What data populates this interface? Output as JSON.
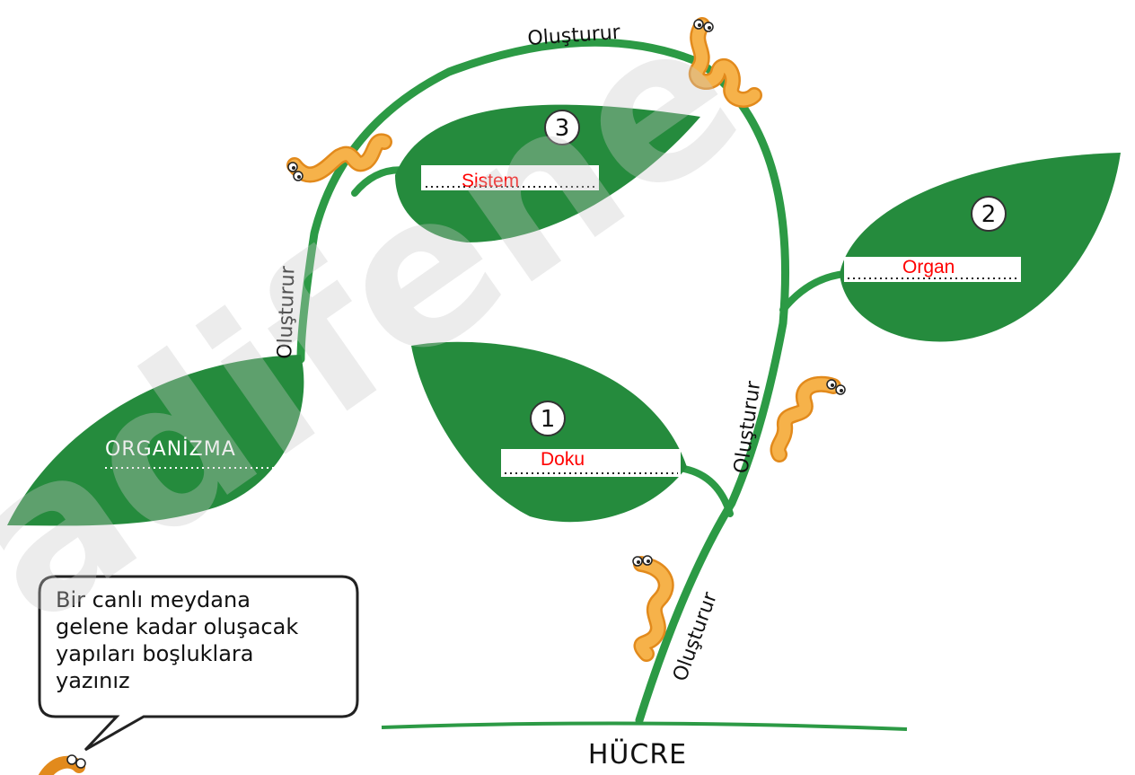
{
  "ground_label": "HÜCRE",
  "watermark": "adifene",
  "stem_labels": {
    "bottom": "Oluşturur",
    "middle": "Oluşturur",
    "left": "Oluşturur",
    "top": "Oluşturur"
  },
  "leaves": {
    "leaf1": {
      "number": "1",
      "answer": "Doku"
    },
    "leaf2": {
      "number": "2",
      "answer": "Organ"
    },
    "leaf3": {
      "number": "3",
      "answer": "Sistem"
    },
    "organism": {
      "label": "ORGANİZMA"
    }
  },
  "speech_bubble": {
    "lines": [
      "Bir canlı meydana",
      "gelene kadar oluşacak",
      "yapıları boşluklara",
      "yazınız"
    ]
  },
  "colors": {
    "leaf": "#258b3d",
    "stem": "#2c9a45",
    "answer_text": "#ff0000",
    "worm": "#f4a63a"
  }
}
